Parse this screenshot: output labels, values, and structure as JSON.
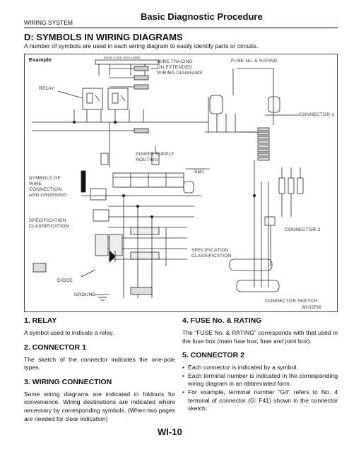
{
  "header": {
    "section": "WIRING SYSTEM",
    "title": "Basic Diagnostic Procedure"
  },
  "section": {
    "heading": "D:  SYMBOLS IN WIRING DIAGRAMS",
    "intro": "A number of symbols are used in each wiring diagram to easily identify parts or circuits."
  },
  "figure": {
    "example": "Example",
    "relay": "RELAY",
    "wire_tracing": [
      "WIRE TRACING",
      "ON EXTENDED",
      "WIRING DIAGRAMS"
    ],
    "fuse_rating": "FUSE No. & RATING",
    "connector1": "CONNECTOR-1",
    "power_supply": [
      "POWER SUPPLY",
      "ROUTING"
    ],
    "smj": "SMJ",
    "symbols_of_wire": [
      "SYMBOLS OF",
      "WIRE",
      "CONNECTION",
      "AND CROSSING"
    ],
    "spec_class_left": [
      "SPECIFICATION",
      "CLASSIFICATION"
    ],
    "connector2": "CONNECTOR-2",
    "spec_class_right": [
      "SPECIFICATION",
      "CLASSIFICATION"
    ],
    "diode": "DIODE",
    "ground": "GROUND",
    "connector_sketch": "CONNECTOR SKETCH",
    "figure_id": "WI-03798",
    "main_fuse_box": "MAIN FUSE BOX (M/B)"
  },
  "left_column": [
    {
      "heading": "1.  RELAY",
      "paragraphs": [
        "A symbol used to indicate a relay."
      ]
    },
    {
      "heading": "2.  CONNECTOR 1",
      "paragraphs": [
        "The sketch of the connector indicates the one-pole types."
      ]
    },
    {
      "heading": "3.  WIRING CONNECTION",
      "paragraphs": [
        "Some wiring diagrams are indicated in foldouts for convenience. Wiring destinations are indicated where necessary by corresponding symbols. (When two pages are needed for clear indication)"
      ]
    }
  ],
  "right_column": [
    {
      "heading": "4.  FUSE No. & RATING",
      "paragraphs": [
        "The “FUSE No. & RATING” corresponds with that used in the fuse box (main fuse box, fuse and joint box)."
      ]
    },
    {
      "heading": "5.  CONNECTOR 2",
      "bullets": [
        "Each connector is indicated by a symbol.",
        "Each terminal number is indicated in the corresponding wiring diagram in an abbreviated form.",
        "For example, terminal number “G4” refers to No. 4 terminal of connector (G: F41) shown in the connector sketch."
      ]
    }
  ],
  "page_number": "WI-10"
}
